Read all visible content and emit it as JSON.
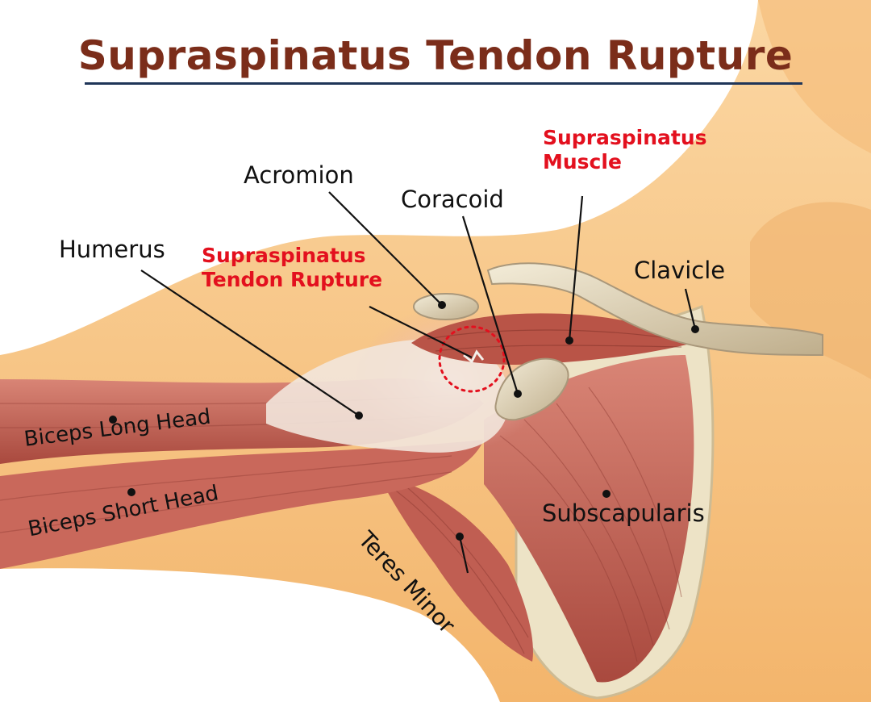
{
  "title": "Supraspinatus Tendon Rupture",
  "colors": {
    "title": "#7b2d1a",
    "title_rule": "#1f3558",
    "label": "#111111",
    "label_highlight": "#e3101e",
    "rupture_marker": "#e3101e",
    "skin": "#f7c98d",
    "skin_shadow": "#eaa55f",
    "bone": "#e9e1c8",
    "muscle": "#c8665a",
    "muscle_dark": "#9c3f36"
  },
  "labels": {
    "acromion": "Acromion",
    "coracoid": "Coracoid",
    "supraspinatus_muscle_line1": "Supraspinatus",
    "supraspinatus_muscle_line2": "Muscle",
    "humerus": "Humerus",
    "tendon_rupture_line1": "Supraspinatus",
    "tendon_rupture_line2": "Tendon Rupture",
    "clavicle": "Clavicle",
    "biceps_long_head": "Biceps Long Head",
    "biceps_short_head": "Biceps Short Head",
    "subscapularis": "Subscapularis",
    "teres_minor": "Teres Minor"
  }
}
